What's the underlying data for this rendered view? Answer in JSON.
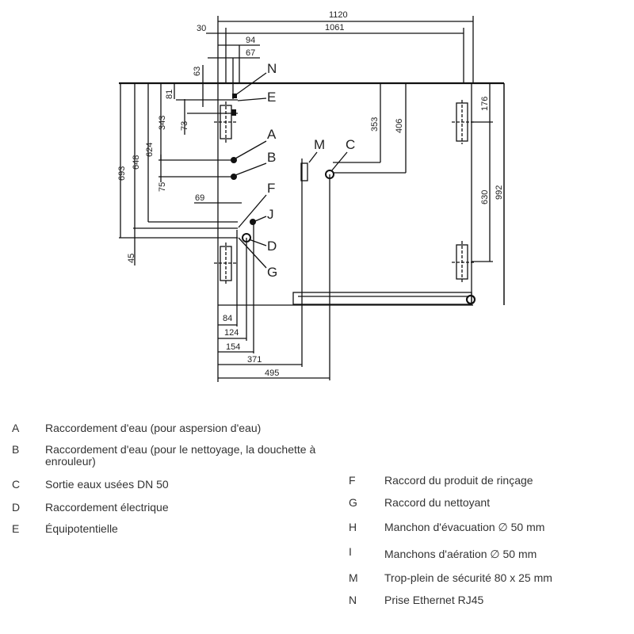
{
  "dimensions": {
    "top": [
      "1120",
      "1061",
      "30",
      "94",
      "67",
      "63"
    ],
    "left": [
      "693",
      "648",
      "624",
      "343",
      "75",
      "81",
      "73",
      "69",
      "45"
    ],
    "right": [
      "176",
      "630",
      "992",
      "353",
      "406"
    ],
    "bottom": [
      "84",
      "124",
      "154",
      "371",
      "495"
    ]
  },
  "labels": {
    "N": "N",
    "E": "E",
    "A": "A",
    "B": "B",
    "F": "F",
    "J": "J",
    "D": "D",
    "G": "G",
    "M": "M",
    "C": "C"
  },
  "legend_left": [
    {
      "key": "A",
      "text": "Raccordement d'eau (pour aspersion d'eau)"
    },
    {
      "key": "B",
      "text": "Raccordement d'eau (pour le nettoyage, la douchette à",
      "text2": "enrouleur)"
    },
    {
      "key": "C",
      "text": "Sortie eaux usées DN 50"
    },
    {
      "key": "D",
      "text": "Raccordement électrique"
    },
    {
      "key": "E",
      "text": "Équipotentielle"
    }
  ],
  "legend_right": [
    {
      "key": "F",
      "text": "Raccord du produit de rinçage"
    },
    {
      "key": "G",
      "text": "Raccord du nettoyant"
    },
    {
      "key": "H",
      "text": "Manchon d'évacuation ∅ 50 mm"
    },
    {
      "key": "I",
      "text": "Manchons d'aération ∅ 50 mm"
    },
    {
      "key": "M",
      "text": "Trop-plein de sécurité 80 x 25 mm"
    },
    {
      "key": "N",
      "text": "Prise Ethernet RJ45"
    }
  ]
}
